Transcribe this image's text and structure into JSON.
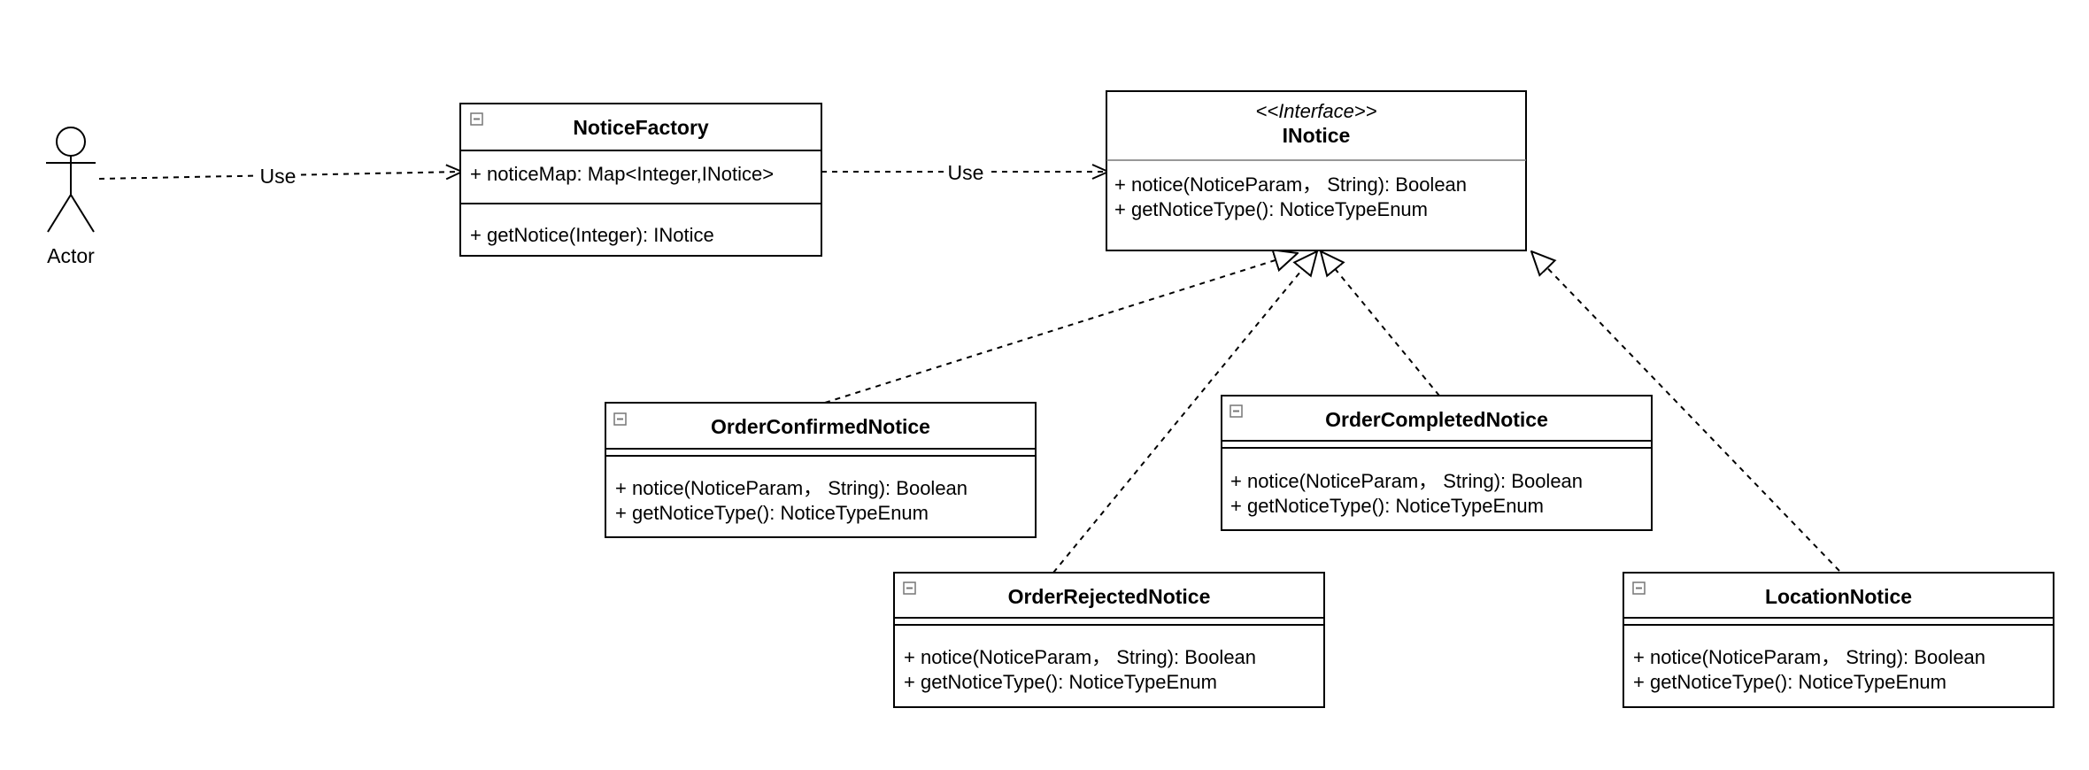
{
  "actor": {
    "label": "Actor"
  },
  "edges": {
    "actor_to_factory_label": "Use",
    "factory_to_interface_label": "Use"
  },
  "classes": {
    "notice_factory": {
      "title": "NoticeFactory",
      "attribute": "+ noticeMap: Map<Integer,INotice>",
      "method": "+ getNotice(Integer): INotice"
    },
    "inotice": {
      "stereotype": "<<Interface>>",
      "title": "INotice",
      "methods": [
        "+ notice(NoticeParam， String): Boolean",
        "+ getNoticeType(): NoticeTypeEnum"
      ]
    },
    "order_confirmed_notice": {
      "title": "OrderConfirmedNotice",
      "methods": [
        "+ notice(NoticeParam， String): Boolean",
        "+ getNoticeType(): NoticeTypeEnum"
      ]
    },
    "order_completed_notice": {
      "title": "OrderCompletedNotice",
      "methods": [
        "+ notice(NoticeParam， String): Boolean",
        "+ getNoticeType(): NoticeTypeEnum"
      ]
    },
    "order_rejected_notice": {
      "title": "OrderRejectedNotice",
      "methods": [
        "+ notice(NoticeParam， String): Boolean",
        "+ getNoticeType(): NoticeTypeEnum"
      ]
    },
    "location_notice": {
      "title": "LocationNotice",
      "methods": [
        "+ notice(NoticeParam， String): Boolean",
        "+ getNoticeType(): NoticeTypeEnum"
      ]
    }
  }
}
